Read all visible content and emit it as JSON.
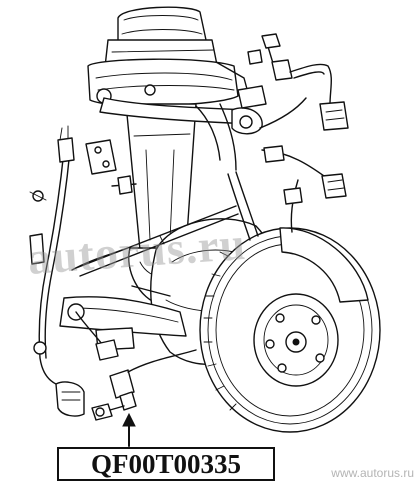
{
  "part": {
    "number": "QF00T00335"
  },
  "watermark": {
    "text": "autorus.ru"
  },
  "footer": {
    "site_url": "www.autorus.ru"
  },
  "colors": {
    "line": "#111111",
    "background": "#ffffff",
    "watermark": "#969696",
    "footer_text": "#b4b4b4"
  },
  "icons": {
    "pointer": "arrow-up-icon"
  }
}
